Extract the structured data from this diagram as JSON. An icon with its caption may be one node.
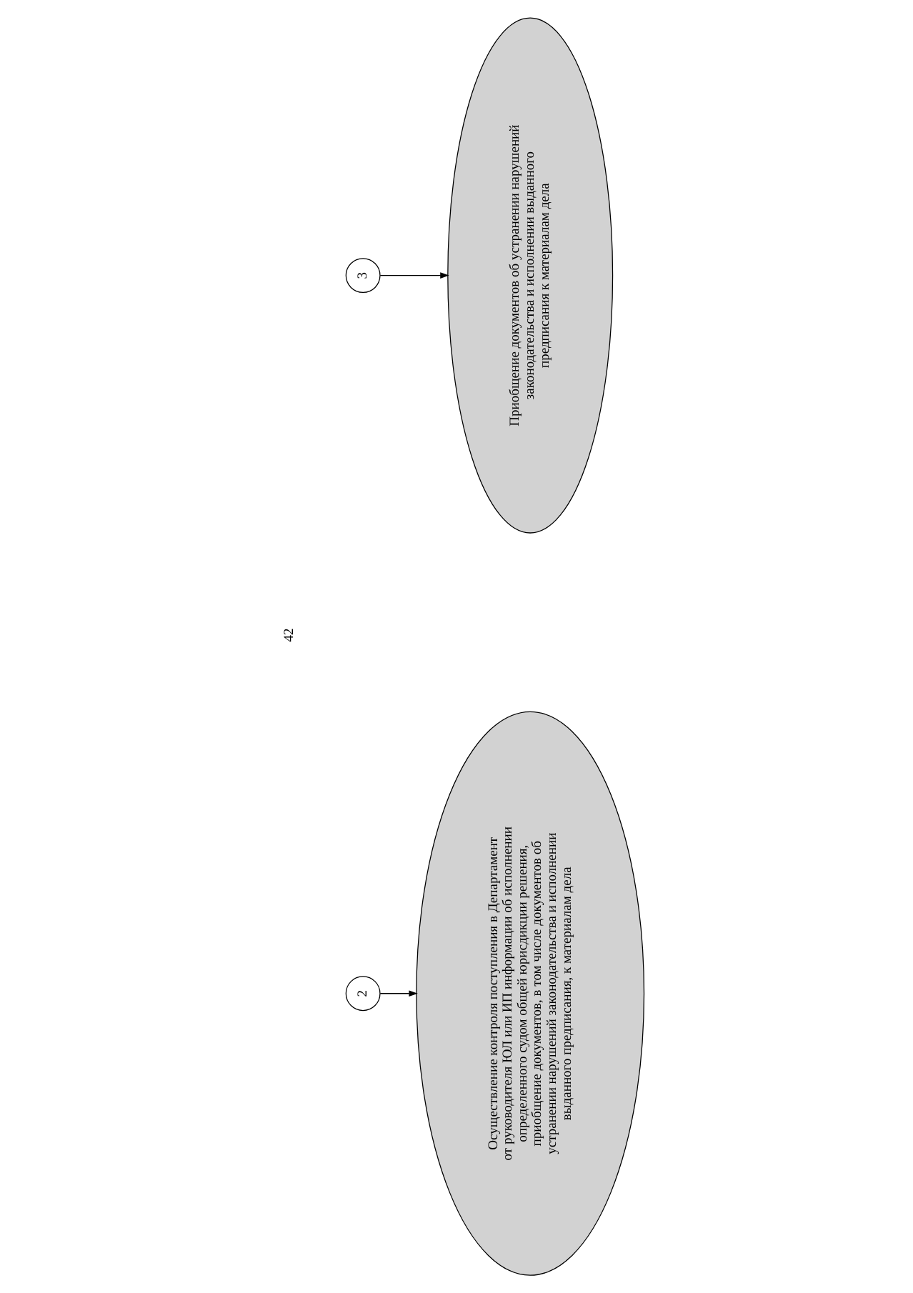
{
  "diagram": {
    "nodes": [
      {
        "text": [
          "2"
        ]
      },
      {
        "text": [
          "Осуществление контроля поступления в Департамент от руководителя ЮЛ или ИП информации об исполнении определенного судом общей юрисдикции решения, приобщение документов, в том числе документов об устранении нарушений законодательства и исполнении выданного предписания, к материалам дела"
        ]
      },
      {
        "text": [
          "3"
        ]
      },
      {
        "text": [
          "Приобщение документов об устранении нарушений законодательства и исполнении выданного предписания к материалам дела"
        ]
      }
    ],
    "edges": [
      {
        "from": 0,
        "to": 1,
        "arrow": "to"
      },
      {
        "from": 2,
        "to": 3,
        "arrow": "to"
      }
    ],
    "labels": [
      "42"
    ]
  }
}
